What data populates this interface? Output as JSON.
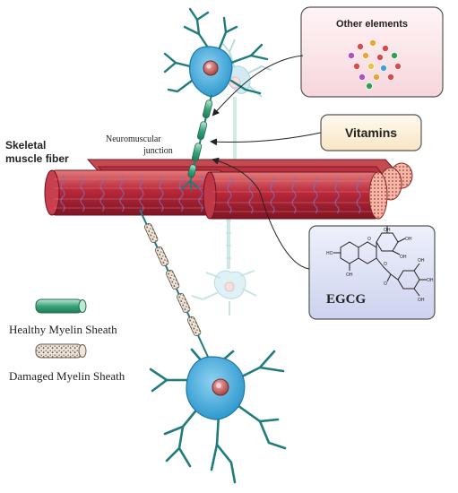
{
  "labels": {
    "muscle_fiber": [
      "Skeletal",
      "muscle fiber"
    ],
    "junction": [
      "Neuromuscular",
      "junction"
    ],
    "other_elements": "Other elements",
    "vitamins": "Vitamins",
    "egcg": "EGCG",
    "healthy_myelin": "Healthy Myelin Sheath",
    "damaged_myelin": "Damaged Myelin Sheath"
  },
  "colors": {
    "neuron_blue": "#3aa7dc",
    "neuron_faded": "#a9d9e8",
    "dendrite_teal": "#1f7c7e",
    "nucleus": "#b04848",
    "myelin_green": "#2f9a6e",
    "muscle_red": "#b8283a",
    "muscle_stripe": "#6b5aa8",
    "elements_box": "#fbe4e7",
    "vitamins_box": "#fdf2dc",
    "egcg_box": "#dfe3f6"
  },
  "element_dot_colors": [
    "#e04848",
    "#f2a030",
    "#e04848",
    "#b050c0",
    "#f2a030",
    "#e04848",
    "#30a050",
    "#e04848",
    "#f0c040",
    "#40a0e0",
    "#e04848",
    "#b050c0",
    "#f2a030",
    "#e04848",
    "#30a050"
  ]
}
